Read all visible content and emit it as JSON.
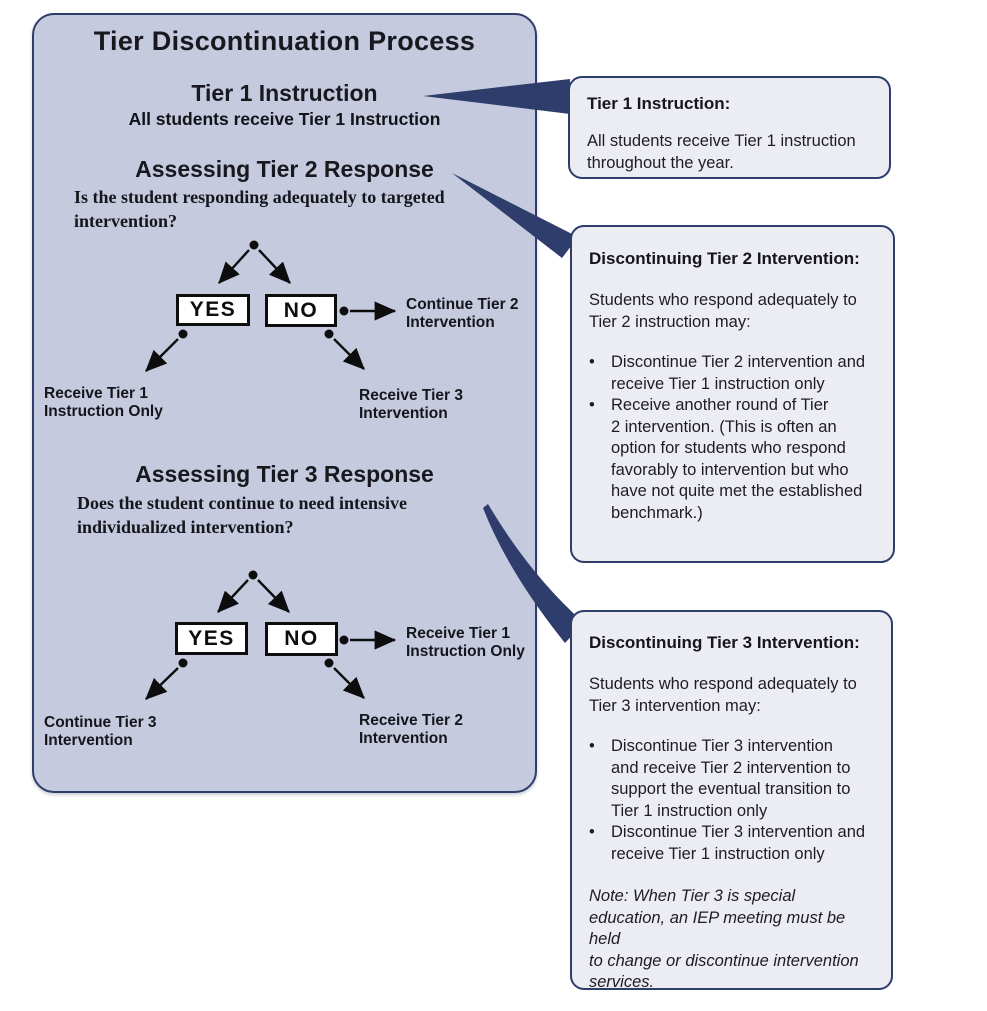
{
  "title": "Tier Discontinuation Process",
  "glyphs": {
    "bullet": "•"
  },
  "colors": {
    "panel_bg": "#c5cade",
    "navy_border": "#2e3d6b",
    "callout_bg": "#ecedf3",
    "decision_box_bg": "#ffffff",
    "text": "#15151b"
  },
  "diagram": {
    "tier1": {
      "heading": "Tier 1 Instruction",
      "subtext": "All students receive Tier 1 Instruction"
    },
    "tier2": {
      "heading": "Assessing Tier 2 Response",
      "question": "Is the student responding adequately to targeted\nintervention?",
      "yes_label": "YES",
      "no_label": "NO",
      "no_side_outcome": "Continue Tier 2\nIntervention",
      "yes_outcome": "Receive Tier 1\nInstruction Only",
      "no_outcome": "Receive Tier 3\nIntervention"
    },
    "tier3": {
      "heading": "Assessing Tier 3 Response",
      "question": "Does the student continue to need intensive\nindividualized intervention?",
      "yes_label": "YES",
      "no_label": "NO",
      "no_side_outcome": "Receive Tier 1\nInstruction Only",
      "yes_outcome": "Continue Tier 3\nIntervention",
      "no_outcome": "Receive Tier 2\nIntervention"
    }
  },
  "callouts": [
    {
      "heading": "Tier 1 Instruction:",
      "body": "All students receive Tier 1 instruction\nthroughout the year."
    },
    {
      "heading": "Discontinuing Tier 2 Intervention:",
      "intro": "Students who respond adequately to\nTier 2 instruction may:",
      "bullets": [
        "Discontinue Tier 2 intervention and\nreceive Tier 1 instruction only",
        "Receive another round of Tier\n2 intervention. (This is often an\noption for students who respond\nfavorably to intervention but who\nhave not quite met the established\nbenchmark.)"
      ]
    },
    {
      "heading": "Discontinuing Tier 3 Intervention:",
      "intro": "Students who respond adequately to\nTier 3 intervention may:",
      "bullets": [
        "Discontinue Tier 3 intervention\nand receive Tier 2 intervention to\nsupport the eventual transition to\nTier 1 instruction only",
        "Discontinue Tier 3 intervention and\nreceive Tier 1 instruction only"
      ],
      "note": "Note: When Tier 3 is special\neducation, an IEP meeting must be held\nto change or discontinue intervention\nservices."
    }
  ]
}
